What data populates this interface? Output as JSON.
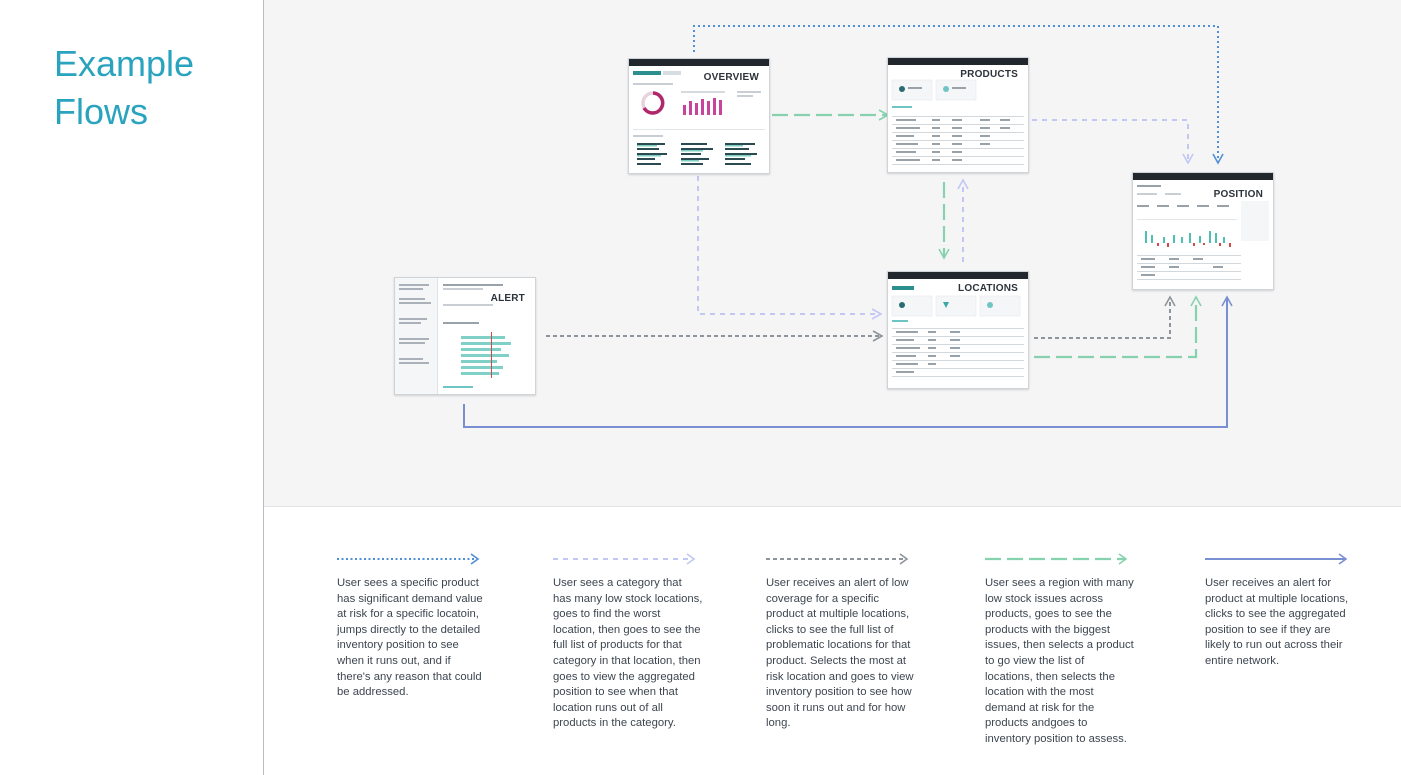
{
  "page": {
    "title": "Example Flows"
  },
  "screens": {
    "overview": {
      "label": "OVERVIEW"
    },
    "products": {
      "label": "PRODUCTS"
    },
    "position": {
      "label": "POSITION"
    },
    "alert": {
      "label": "ALERT"
    },
    "locations": {
      "label": "LOCATIONS"
    }
  },
  "colors": {
    "dotted_blue": "#4f8fd6",
    "dashed_lavender": "#c2c7f3",
    "dashed_gray": "#8e949b",
    "dashed_green": "#86d2ae",
    "solid_indigo": "#7a8fd2",
    "title": "#2aa3bf"
  },
  "legend": [
    {
      "style": "dotted-blue",
      "text": "User sees a specific product has significant demand value at risk for a specific locatoin, jumps directly to the detailed inventory position to see when it runs out, and if there's any reason that could be addressed."
    },
    {
      "style": "dashed-lavender",
      "text": "User sees a category that has many low stock locations, goes to find the worst location, then goes to see the full list of products for that category in that location, then goes to view the aggregated position to see when that location runs out of all products in the category."
    },
    {
      "style": "dashed-gray",
      "text": "User receives an alert of low coverage for a specific product at multiple locations, clicks to see the full list of problematic locations for that product. Selects the most at risk location and goes to view inventory position to see how soon it runs out and for how long."
    },
    {
      "style": "dashed-green",
      "text": "User sees a region with many low stock issues across products, goes to see the products with the biggest issues, then selects a product to go view the list of locations, then selects the location with the most demand at risk for the products andgoes to inventory position to assess."
    },
    {
      "style": "solid-indigo",
      "text": "User receives an alert for product at multiple locations, clicks to see the aggregated position to see if they are likely to run out across their entire network."
    }
  ]
}
